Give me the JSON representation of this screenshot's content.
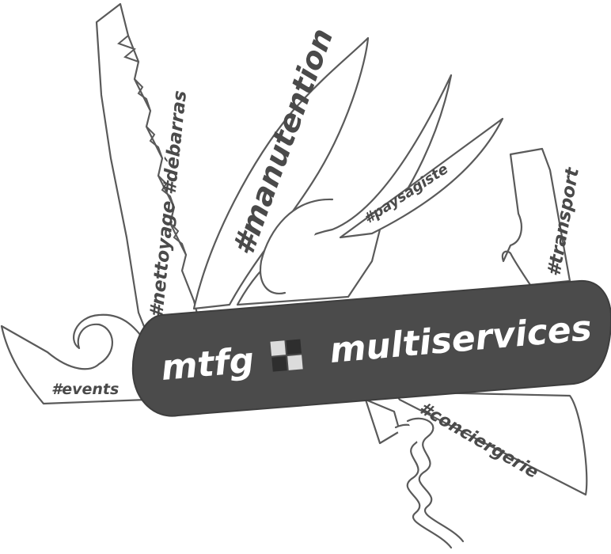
{
  "logo": {
    "brand": "mtfg",
    "name": "multiservices",
    "tools": {
      "saw": "#nettoyage #débarras",
      "blade": "#manutention",
      "scissors": "#paysagiste",
      "hook": "#transport",
      "opener": "#events",
      "corkscrew": "#conciergerie"
    }
  },
  "colors": {
    "handle": "#4b4b4b",
    "outline": "#5a5a5a",
    "text_dark": "#4a4a4a",
    "text_light": "#ffffff",
    "emblem_light": "#dcdcdc"
  }
}
